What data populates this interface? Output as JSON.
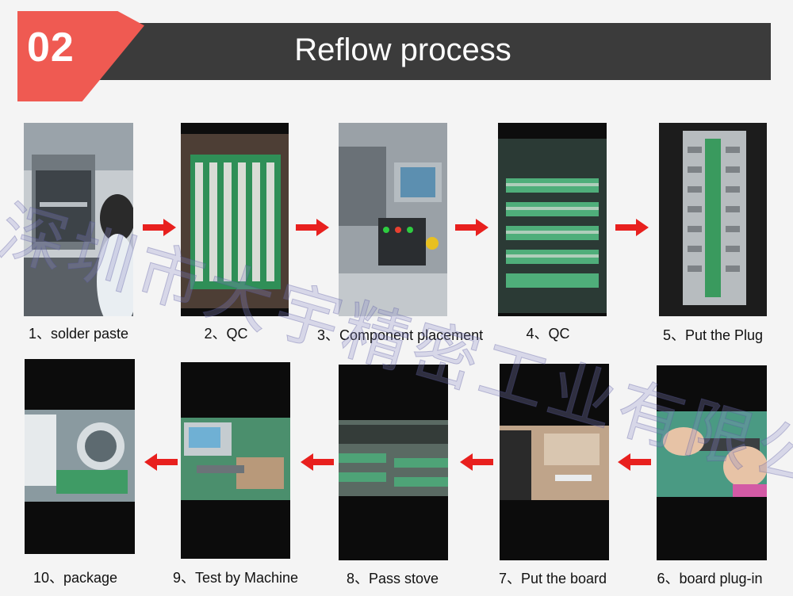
{
  "header": {
    "number": "02",
    "title": "Reflow process"
  },
  "watermark": "深圳市大宇精密工业有限公司",
  "colors": {
    "badge": "#ef5a52",
    "header_bar": "#3b3b3b",
    "arrow": "#e8201e"
  },
  "steps": [
    {
      "label": "1、solder paste"
    },
    {
      "label": "2、QC"
    },
    {
      "label": "3、Component placement"
    },
    {
      "label": "4、QC"
    },
    {
      "label": "5、Put the Plug"
    },
    {
      "label": "6、board plug-in"
    },
    {
      "label": "7、Put the board"
    },
    {
      "label": "8、Pass stove"
    },
    {
      "label": "9、Test by Machine"
    },
    {
      "label": "10、package"
    }
  ]
}
